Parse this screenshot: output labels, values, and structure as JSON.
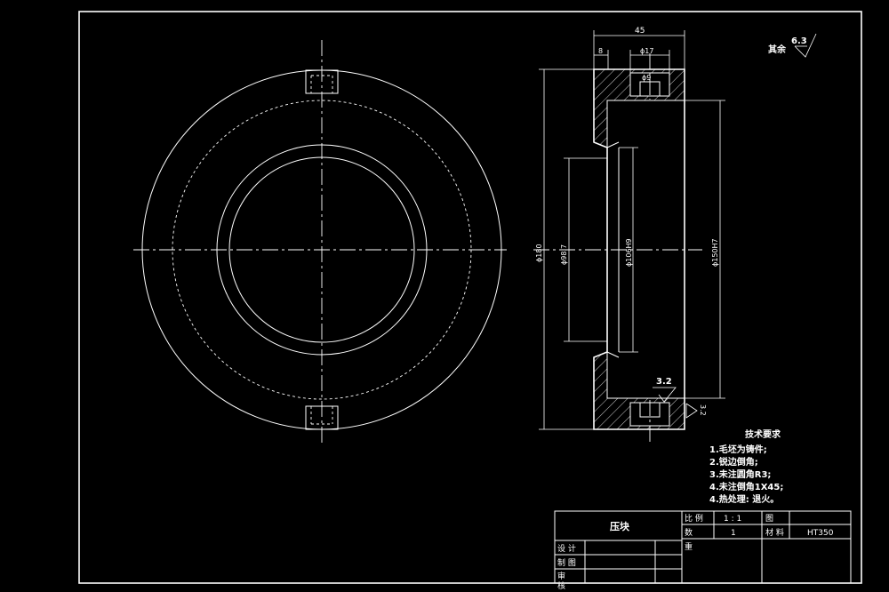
{
  "drawing": {
    "dims": {
      "width_45": "45",
      "d8": "8",
      "d17": "ϕ17",
      "d9": "ϕ9",
      "d180": "ϕ180",
      "d98": "ϕ98.7",
      "d106": "ϕ106H9",
      "d150": "ϕ150H7"
    },
    "roughness": {
      "other_label": "其余",
      "other_value": "6.3",
      "face_value": "3.2",
      "side_value": "3.2"
    },
    "tech": {
      "title": "技术要求",
      "items": [
        "1.毛坯为铸件;",
        "2.锐边倒角;",
        "3.未注圆角R3;",
        "4.未注倒角1X45;",
        "4.热处理: 退火。"
      ]
    },
    "title_block": {
      "part_name": "压块",
      "scale_label": "比 例",
      "scale_value": "1 : 1",
      "qty_label": "数",
      "qty_value": "1",
      "weight_label": "重",
      "fig_label": "图",
      "material_label": "材 料",
      "material_value": "HT350",
      "design_label": "设 计",
      "draw_label": "制 图",
      "check_label": "审",
      "approve_label": "核"
    }
  }
}
